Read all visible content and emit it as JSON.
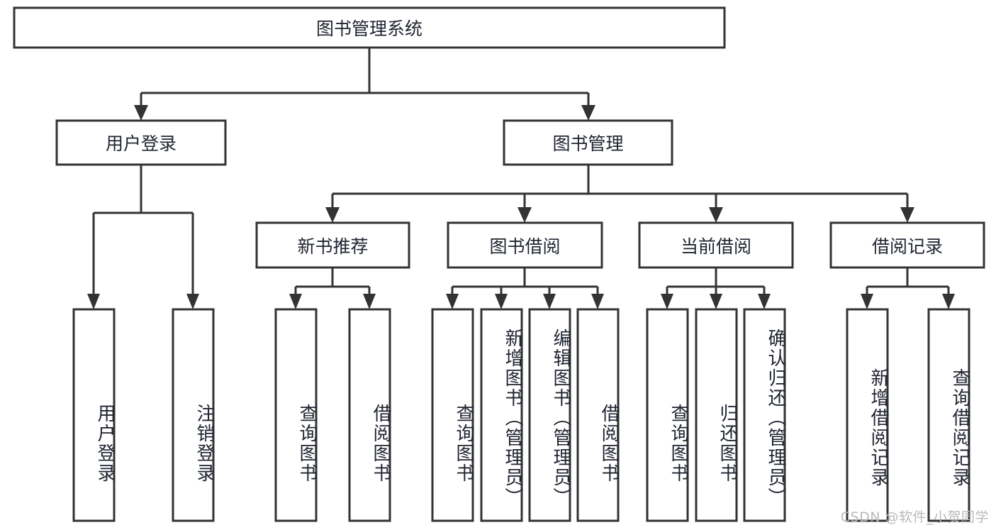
{
  "diagram": {
    "title": "图书管理系统",
    "type": "tree-hierarchy-chart",
    "root": {
      "id": "root",
      "label": "图书管理系统"
    },
    "level2": [
      {
        "id": "user-login",
        "label": "用户登录"
      },
      {
        "id": "book-manage",
        "label": "图书管理"
      }
    ],
    "level3": [
      {
        "id": "new-book-recommend",
        "label": "新书推荐",
        "parent": "book-manage"
      },
      {
        "id": "book-borrow",
        "label": "图书借阅",
        "parent": "book-manage"
      },
      {
        "id": "current-borrow",
        "label": "当前借阅",
        "parent": "book-manage"
      },
      {
        "id": "borrow-record",
        "label": "借阅记录",
        "parent": "book-manage"
      }
    ],
    "leaves": [
      {
        "id": "leaf-user-login",
        "label": "用户登录",
        "parent": "user-login"
      },
      {
        "id": "leaf-user-logout",
        "label": "注销登录",
        "parent": "user-login"
      },
      {
        "id": "leaf-query-book-1",
        "label": "查询图书",
        "parent": "new-book-recommend"
      },
      {
        "id": "leaf-borrow-book-1",
        "label": "借阅图书",
        "parent": "new-book-recommend"
      },
      {
        "id": "leaf-query-book-2",
        "label": "查询图书",
        "parent": "book-borrow"
      },
      {
        "id": "leaf-add-book",
        "label": "新增图书（管理员）",
        "parent": "book-borrow"
      },
      {
        "id": "leaf-edit-book",
        "label": "编辑图书（管理员）",
        "parent": "book-borrow"
      },
      {
        "id": "leaf-borrow-book-2",
        "label": "借阅图书",
        "parent": "book-borrow"
      },
      {
        "id": "leaf-query-book-3",
        "label": "查询图书",
        "parent": "current-borrow"
      },
      {
        "id": "leaf-return-book",
        "label": "归还图书",
        "parent": "current-borrow"
      },
      {
        "id": "leaf-confirm-return",
        "label": "确认归还（管理员）",
        "parent": "current-borrow"
      },
      {
        "id": "leaf-add-record",
        "label": "新增借阅记录",
        "parent": "borrow-record"
      },
      {
        "id": "leaf-query-record",
        "label": "查询借阅记录",
        "parent": "borrow-record"
      }
    ],
    "watermark": "CSDN @软件_小贺同学",
    "colors": {
      "stroke": "#333333",
      "node_fill": "#ffffff",
      "text": "#1f2430",
      "background": "#ffffff",
      "watermark": "#b9b9b9"
    }
  }
}
